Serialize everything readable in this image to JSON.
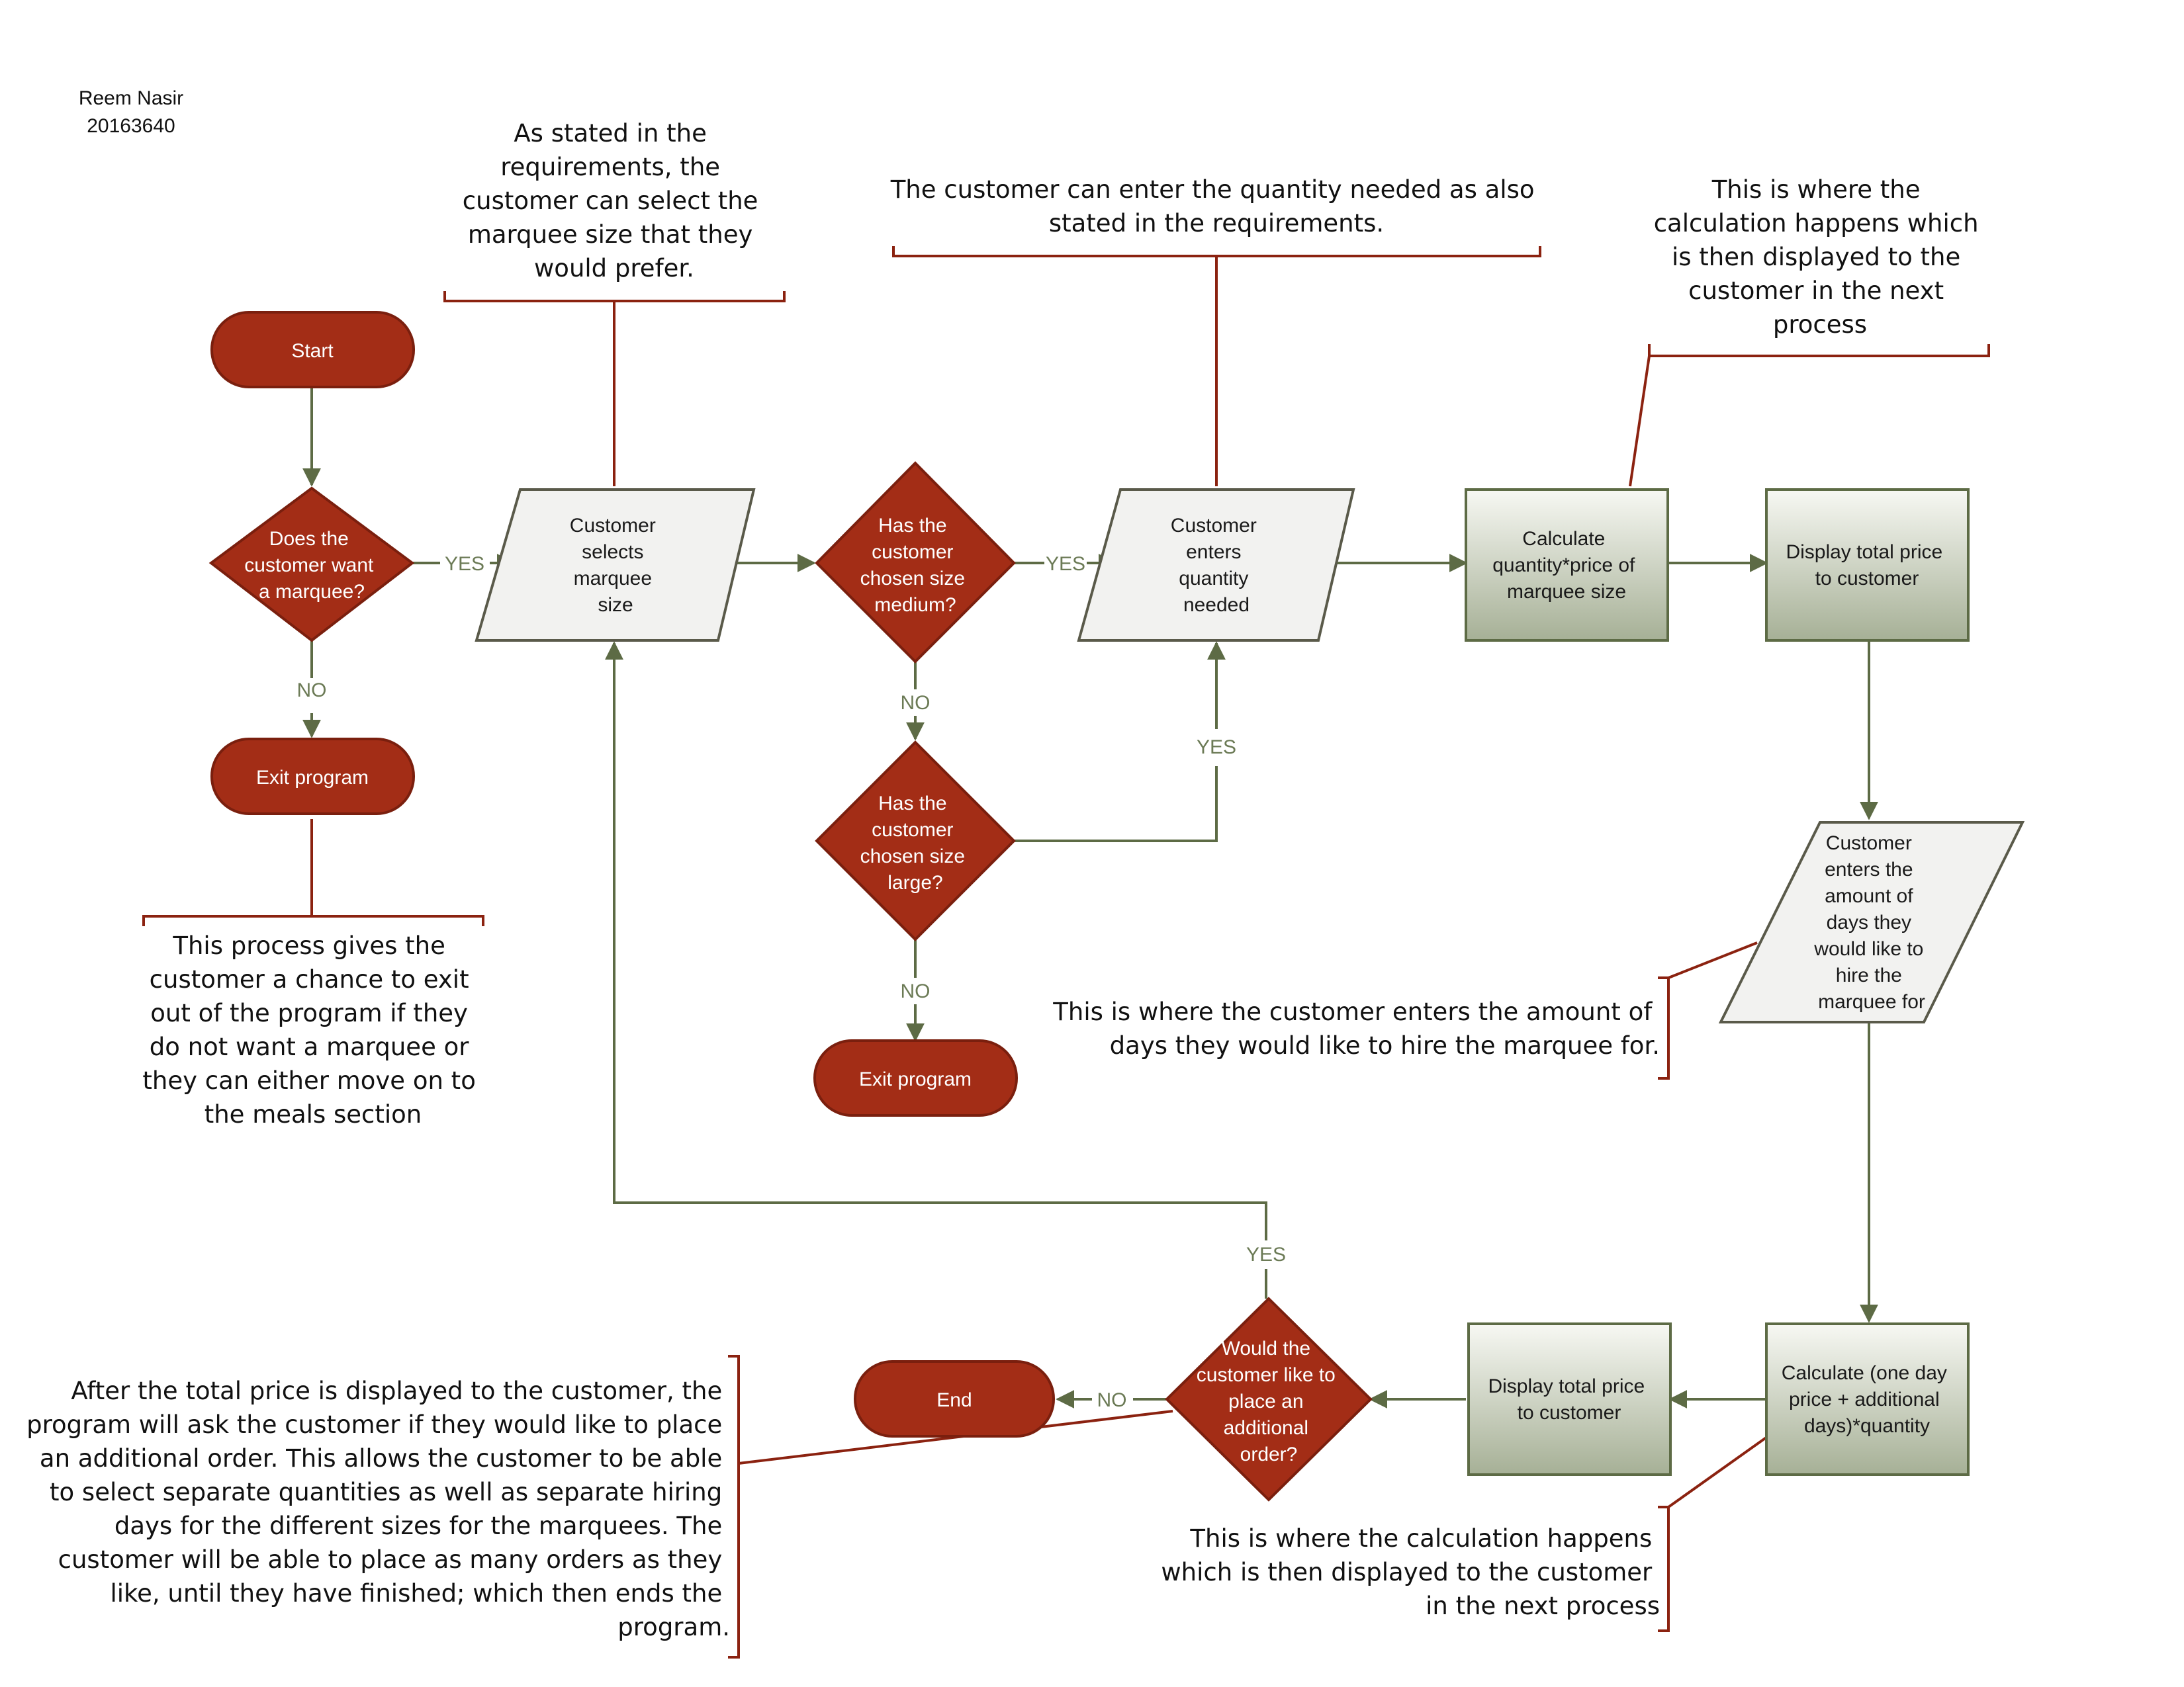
{
  "author": {
    "name": "Reem Nasir",
    "id": "20163640"
  },
  "colors": {
    "terminator_fill": "#a32d16",
    "terminator_stroke": "#7a1f0e",
    "parallelogram_fill": "#f2f2f0",
    "process_fill_top": "#f7f8f3",
    "process_fill_bottom": "#a6b096",
    "flow_line": "#5d6b45",
    "callout_line": "#8b2210",
    "edge_label": "#6b7a55"
  },
  "nodes": {
    "start": "Start",
    "want_marquee": [
      "Does the",
      "customer want",
      "a marquee?"
    ],
    "exit1": "Exit program",
    "select_size": [
      "Customer",
      "selects",
      "marquee",
      "size"
    ],
    "medium": [
      "Has the",
      "customer",
      "chosen size",
      "medium?"
    ],
    "large": [
      "Has the",
      "customer",
      "chosen size",
      "large?"
    ],
    "exit2": "Exit program",
    "enter_qty": [
      "Customer",
      "enters",
      "quantity",
      "needed"
    ],
    "calc1": [
      "Calculate",
      "quantity*price of",
      "marquee size"
    ],
    "display1": [
      "Display total price",
      "to customer"
    ],
    "enter_days": [
      "Customer",
      "enters the",
      "amount of",
      "days they",
      "would like to",
      "hire the",
      "marquee for"
    ],
    "calc2": [
      "Calculate (one day",
      "price + additional",
      "days)*quantity"
    ],
    "display2": [
      "Display total price",
      "to customer"
    ],
    "additional": [
      "Would the",
      "customer like to",
      "place an",
      "additional",
      "order?"
    ],
    "end": "End"
  },
  "edge_labels": {
    "yes1": "YES",
    "no1": "NO",
    "yes_medium": "YES",
    "no_medium": "NO",
    "yes_large": "YES",
    "no_large": "NO",
    "yes_additional": "YES",
    "no_additional": "NO"
  },
  "notes": {
    "marquee_size": [
      "As stated in the",
      "requirements, the",
      "customer can select the",
      "marquee size that they",
      "would prefer."
    ],
    "quantity": [
      "The customer can enter the quantity needed as also",
      "stated in the requirements."
    ],
    "calculation": [
      "This is where the",
      "calculation happens which",
      "is then displayed to the",
      "customer in the next",
      "process"
    ],
    "exit": [
      "This process gives the",
      "customer a chance to exit",
      "out of the program if they",
      "do not want a marquee or",
      "they can either move on to",
      "the meals section"
    ],
    "days": [
      "This is where the customer enters the amount of",
      "days they would like to hire the marquee for."
    ],
    "calculation2": [
      "This is where the calculation happens",
      "which is then displayed to the customer",
      "in the next process"
    ],
    "additional_order": [
      "After the total price is displayed to the customer, the",
      "program will ask the customer if they would like to place",
      "an additional order. This allows the customer to be able",
      "to select separate quantities as well as separate hiring",
      "days for the different sizes for the marquees. The",
      "customer will be able to place as many orders as they",
      "like, until they have finished; which then ends the",
      "program."
    ]
  }
}
